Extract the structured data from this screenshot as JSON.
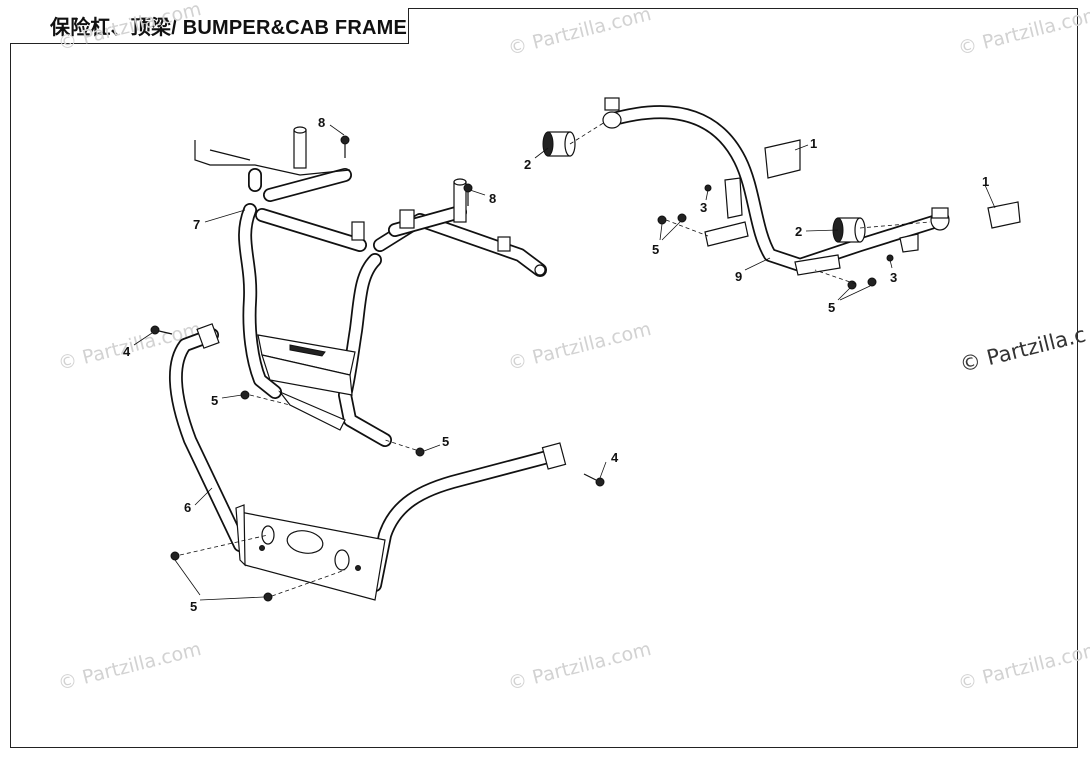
{
  "title": "保险杠、顶梁/ BUMPER&CAB FRAME",
  "watermark": "© Partzilla.com",
  "watermark_partial": "© Partzilla.c",
  "callouts": {
    "c1a": "1",
    "c1b": "1",
    "c2a": "2",
    "c2b": "2",
    "c3a": "3",
    "c3b": "3",
    "c4a": "4",
    "c4b": "4",
    "c5a": "5",
    "c5b": "5",
    "c5c": "5",
    "c5d": "5",
    "c5e": "5",
    "c6": "6",
    "c7": "7",
    "c8a": "8",
    "c8b": "8",
    "c9": "9"
  },
  "colors": {
    "line": "#111111",
    "watermark": "#d2d2d2",
    "background": "#ffffff"
  }
}
